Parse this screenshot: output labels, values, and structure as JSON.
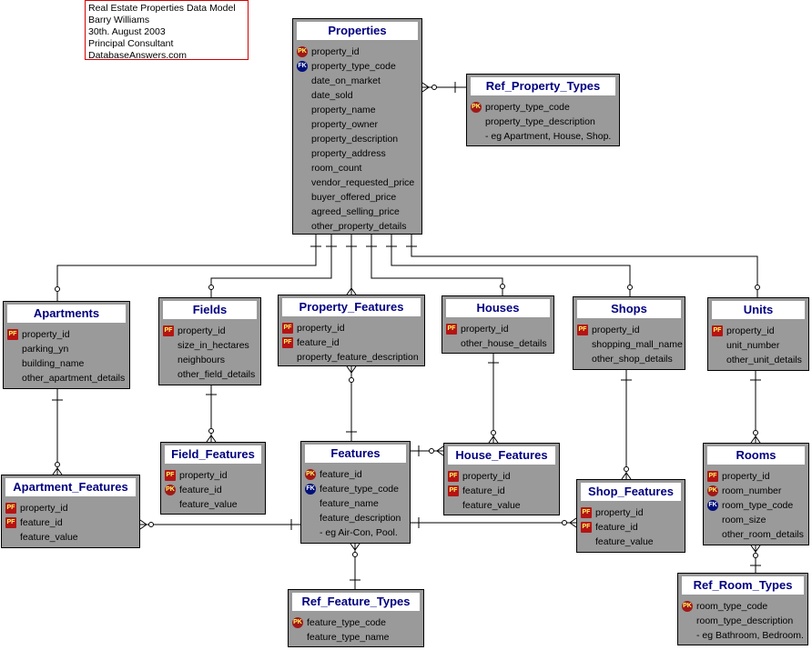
{
  "note": {
    "lines": [
      "Real Estate Properties Data Model",
      "Barry Williams",
      "30th. August 2003",
      "Principal Consultant",
      "DatabaseAnswers.com"
    ]
  },
  "entities": {
    "properties": {
      "title": "Properties",
      "attributes": [
        {
          "key": "PK",
          "name": "property_id"
        },
        {
          "key": "FK",
          "name": "property_type_code"
        },
        {
          "key": "",
          "name": "date_on_market"
        },
        {
          "key": "",
          "name": "date_sold"
        },
        {
          "key": "",
          "name": "property_name"
        },
        {
          "key": "",
          "name": "property_owner"
        },
        {
          "key": "",
          "name": "property_description"
        },
        {
          "key": "",
          "name": "property_address"
        },
        {
          "key": "",
          "name": "room_count"
        },
        {
          "key": "",
          "name": "vendor_requested_price"
        },
        {
          "key": "",
          "name": "buyer_offered_price"
        },
        {
          "key": "",
          "name": "agreed_selling_price"
        },
        {
          "key": "",
          "name": "other_property_details"
        }
      ]
    },
    "ref_property_types": {
      "title": "Ref_Property_Types",
      "attributes": [
        {
          "key": "PK",
          "name": "property_type_code"
        },
        {
          "key": "",
          "name": "property_type_description"
        },
        {
          "key": "",
          "name": "- eg Apartment, House, Shop."
        }
      ]
    },
    "apartments": {
      "title": "Apartments",
      "attributes": [
        {
          "key": "PF",
          "name": "property_id"
        },
        {
          "key": "",
          "name": "parking_yn"
        },
        {
          "key": "",
          "name": "building_name"
        },
        {
          "key": "",
          "name": "other_apartment_details"
        }
      ]
    },
    "fields": {
      "title": "Fields",
      "attributes": [
        {
          "key": "PF",
          "name": "property_id"
        },
        {
          "key": "",
          "name": "size_in_hectares"
        },
        {
          "key": "",
          "name": "neighbours"
        },
        {
          "key": "",
          "name": "other_field_details"
        }
      ]
    },
    "property_features": {
      "title": "Property_Features",
      "attributes": [
        {
          "key": "PF",
          "name": "property_id"
        },
        {
          "key": "PF",
          "name": "feature_id"
        },
        {
          "key": "",
          "name": "property_feature_description"
        }
      ]
    },
    "houses": {
      "title": "Houses",
      "attributes": [
        {
          "key": "PF",
          "name": "property_id"
        },
        {
          "key": "",
          "name": "other_house_details"
        }
      ]
    },
    "shops": {
      "title": "Shops",
      "attributes": [
        {
          "key": "PF",
          "name": "property_id"
        },
        {
          "key": "",
          "name": "shopping_mall_name"
        },
        {
          "key": "",
          "name": "other_shop_details"
        }
      ]
    },
    "units": {
      "title": "Units",
      "attributes": [
        {
          "key": "PF",
          "name": "property_id"
        },
        {
          "key": "",
          "name": "unit_number"
        },
        {
          "key": "",
          "name": "other_unit_details"
        }
      ]
    },
    "apartment_features": {
      "title": "Apartment_Features",
      "attributes": [
        {
          "key": "PF",
          "name": "property_id"
        },
        {
          "key": "PF",
          "name": "feature_id"
        },
        {
          "key": "",
          "name": "feature_value"
        }
      ]
    },
    "field_features": {
      "title": "Field_Features",
      "attributes": [
        {
          "key": "PF",
          "name": "property_id"
        },
        {
          "key": "PK",
          "name": "feature_id"
        },
        {
          "key": "",
          "name": "feature_value"
        }
      ]
    },
    "features": {
      "title": "Features",
      "attributes": [
        {
          "key": "PK",
          "name": "feature_id"
        },
        {
          "key": "FK",
          "name": "feature_type_code"
        },
        {
          "key": "",
          "name": "feature_name"
        },
        {
          "key": "",
          "name": "feature_description"
        },
        {
          "key": "",
          "name": "- eg Air-Con, Pool."
        }
      ]
    },
    "house_features": {
      "title": "House_Features",
      "attributes": [
        {
          "key": "PF",
          "name": "property_id"
        },
        {
          "key": "PF",
          "name": "feature_id"
        },
        {
          "key": "",
          "name": "feature_value"
        }
      ]
    },
    "shop_features": {
      "title": "Shop_Features",
      "attributes": [
        {
          "key": "PF",
          "name": "property_id"
        },
        {
          "key": "PF",
          "name": "feature_id"
        },
        {
          "key": "",
          "name": "feature_value"
        }
      ]
    },
    "rooms": {
      "title": "Rooms",
      "attributes": [
        {
          "key": "PF",
          "name": "property_id"
        },
        {
          "key": "PK",
          "name": "room_number"
        },
        {
          "key": "FK",
          "name": "room_type_code"
        },
        {
          "key": "",
          "name": "room_size"
        },
        {
          "key": "",
          "name": "other_room_details"
        }
      ]
    },
    "ref_feature_types": {
      "title": "Ref_Feature_Types",
      "attributes": [
        {
          "key": "PK",
          "name": "feature_type_code"
        },
        {
          "key": "",
          "name": "feature_type_name"
        }
      ]
    },
    "ref_room_types": {
      "title": "Ref_Room_Types",
      "attributes": [
        {
          "key": "PK",
          "name": "room_type_code"
        },
        {
          "key": "",
          "name": "room_type_description"
        },
        {
          "key": "",
          "name": "- eg Bathroom, Bedroom."
        }
      ]
    }
  },
  "colors": {
    "entity_fill": "#9a9a9a",
    "title_text": "#000080",
    "note_border": "#d00000",
    "pk_badge": "#a01818",
    "fk_badge": "#00107a"
  }
}
